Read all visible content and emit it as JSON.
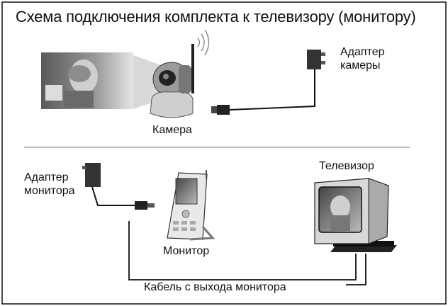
{
  "title": "Схема подключения комплекта к телевизору (монитору)",
  "labels": {
    "camera": "Камера",
    "camera_adapter_line1": "Адаптер",
    "camera_adapter_line2": "камеры",
    "monitor_adapter_line1": "Адаптер",
    "monitor_adapter_line2": "монитора",
    "monitor": "Монитор",
    "tv": "Телевизор",
    "cable": "Кабель с выхода монитора"
  },
  "icons": {
    "camera": "baby-camera-icon",
    "camera_adapter": "power-adapter-icon",
    "monitor": "handheld-monitor-icon",
    "monitor_adapter": "power-adapter-icon",
    "tv": "crt-television-icon",
    "wireless": "wireless-signal-icon"
  },
  "colors": {
    "ink": "#111111",
    "gray": "#7a7a7a",
    "paper": "#ffffff"
  }
}
